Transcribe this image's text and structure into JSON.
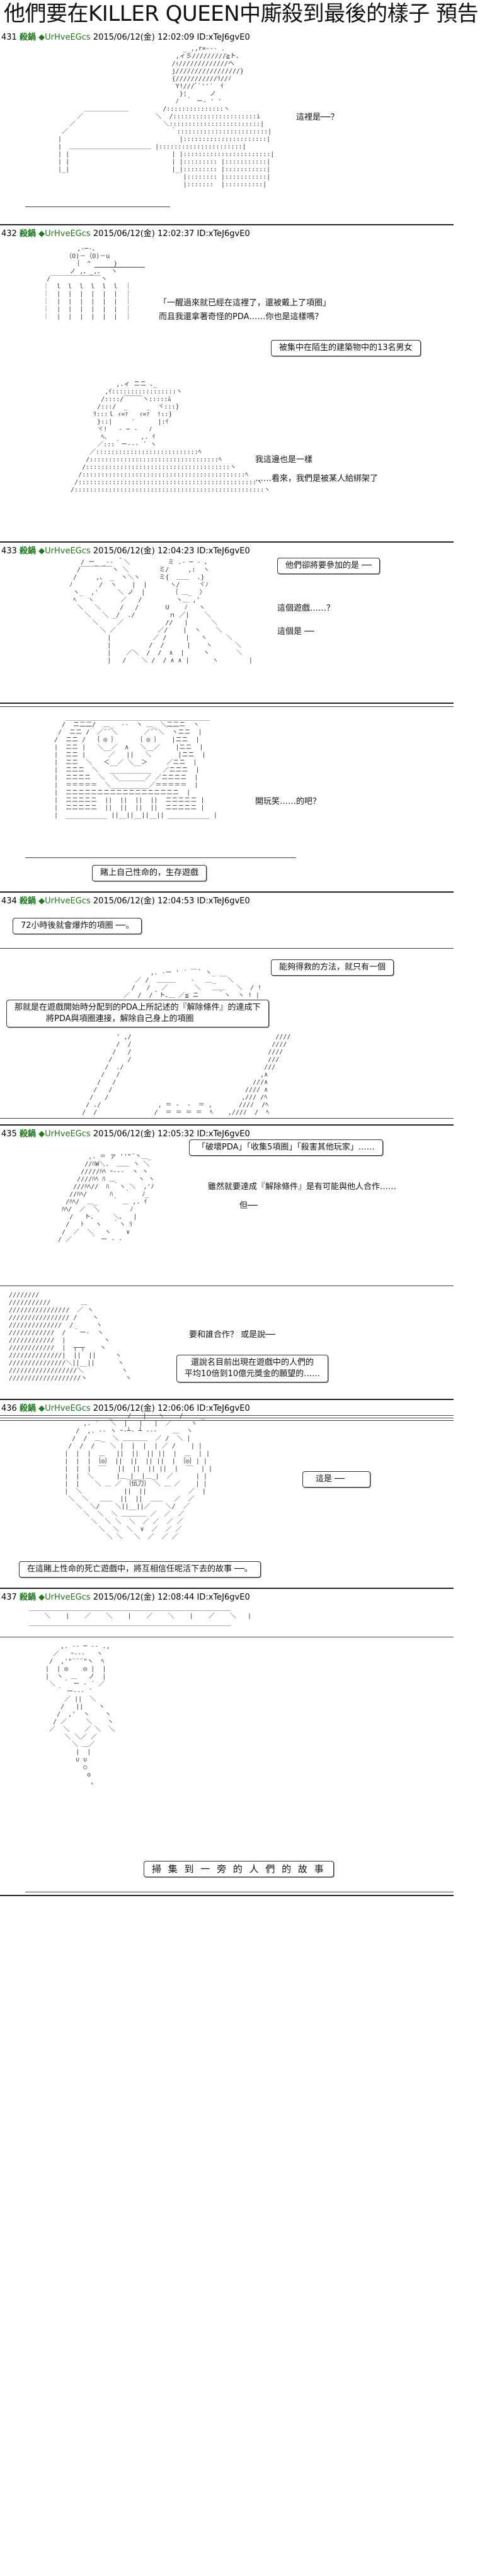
{
  "title": "他們要在KILLER QUEEN中廝殺到最後的樣子 預告",
  "posts": [
    {
      "num": "431",
      "name": "殺鍋",
      "trip": "◆UrHveEGcs",
      "date": "2015/06/12(金) 12:02:09 ID:xTeJ6gvE0"
    },
    {
      "num": "432",
      "name": "殺鍋",
      "trip": "◆UrHveEGcs",
      "date": "2015/06/12(金) 12:02:37 ID:xTeJ6gvE0"
    },
    {
      "num": "433",
      "name": "殺鍋",
      "trip": "◆UrHveEGcs",
      "date": "2015/06/12(金) 12:04:23 ID:xTeJ6gvE0"
    },
    {
      "num": "434",
      "name": "殺鍋",
      "trip": "◆UrHveEGcs",
      "date": "2015/06/12(金) 12:04:53 ID:xTeJ6gvE0"
    },
    {
      "num": "435",
      "name": "殺鍋",
      "trip": "◆UrHveEGcs",
      "date": "2015/06/12(金) 12:05:32 ID:xTeJ6gvE0"
    },
    {
      "num": "436",
      "name": "殺鍋",
      "trip": "◆UrHveEGcs",
      "date": "2015/06/12(金) 12:06:06 ID:xTeJ6gvE0"
    },
    {
      "num": "437",
      "name": "殺鍋",
      "trip": "◆UrHveEGcs",
      "date": "2015/06/12(金) 12:08:44 ID:xTeJ6gvE0"
    }
  ],
  "lines": {
    "p431_l1": "這裡是──？",
    "p432_b1_l1": "「一醒過來就已經在這裡了，還被戴上了項圈」",
    "p432_b1_l2": "而且我還拿著奇怪的PDA……你也是這樣嗎？",
    "p432_b2": "被集中在陌生的建築物中的13名男女",
    "p432_l3": "我這邊也是一樣",
    "p432_l4": "……看來，我們是被某人給綁架了",
    "p433_b1": "他們卻將要參加的是 ──",
    "p433_l2": "這個遊戲……？",
    "p433_l3": "這個是 ──",
    "p433_l4": "開玩笑……的吧？",
    "p433_b2": "賭上自己性命的，生存遊戲",
    "p434_b1": "72小時後就會爆炸的項圈 ──。",
    "p434_b2": "能夠得救的方法，就只有一個",
    "p434_b3_l1": "那就是在遊戲開始時分配到的PDA上所記述的『解除條件』的達成下",
    "p434_b3_l2": "將PDA與項圈連接，解除自己身上的項圈",
    "p435_b1": "「破壞PDA」「收集5項圈」「殺害其他玩家」……",
    "p435_l2": "雖然就要達成『解除條件』是有可能與他人合作……",
    "p435_l3": "但──",
    "p435_l4": "要和誰合作？ 或是說──",
    "p435_b2_l1": "還說名目前出現在遊戲中的人們的",
    "p435_b2_l2": "平均10倍到10億元獎金的願望的……",
    "p436_l1": "這是 ──",
    "p436_b1": "在這賭上性命的死亡遊戲中，將互相信任呢活下去的故事 ──。",
    "p437_b1": "掃 集 到 一 旁 的 人 們 的 故 事"
  }
}
